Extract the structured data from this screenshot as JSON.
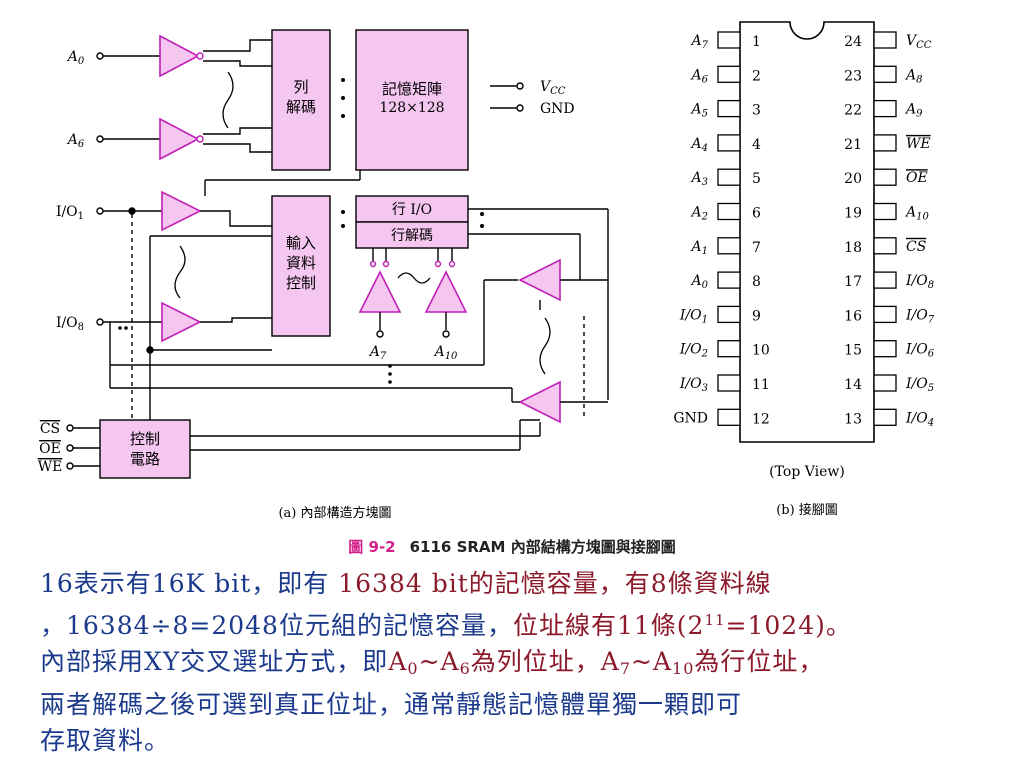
{
  "figure": {
    "caption_number": "圖 9-2",
    "caption_title": "6116 SRAM 內部結構方塊圖與接腳圖",
    "block_diagram": {
      "subcaption": "(a) 內部構造方塊圖",
      "address_inputs": [
        "A",
        "A"
      ],
      "address_subs": [
        "0",
        "6"
      ],
      "io_inputs": [
        "I/O",
        "I/O"
      ],
      "io_subs": [
        "1",
        "8"
      ],
      "control_inputs": [
        "CS",
        "OE",
        "WE"
      ],
      "row_decoder": [
        "列",
        "解碼"
      ],
      "memory_array": [
        "記憶矩陣",
        "128×128"
      ],
      "input_data_control": [
        "輸入",
        "資料",
        "控制"
      ],
      "column_io": "行 I/O",
      "column_decoder": "行解碼",
      "control_circuit": [
        "控制",
        "電路"
      ],
      "col_address_labels": [
        "A",
        "A"
      ],
      "col_address_subs": [
        "7",
        "10"
      ],
      "power": [
        "V",
        "GND"
      ],
      "vcc_sub": "CC"
    },
    "pinout": {
      "subcaption": "(b) 接腳圖",
      "view_label": "(Top View)",
      "left_pins": [
        {
          "num": "1",
          "name": "A",
          "sub": "7",
          "bar": false
        },
        {
          "num": "2",
          "name": "A",
          "sub": "6",
          "bar": false
        },
        {
          "num": "3",
          "name": "A",
          "sub": "5",
          "bar": false
        },
        {
          "num": "4",
          "name": "A",
          "sub": "4",
          "bar": false
        },
        {
          "num": "5",
          "name": "A",
          "sub": "3",
          "bar": false
        },
        {
          "num": "6",
          "name": "A",
          "sub": "2",
          "bar": false
        },
        {
          "num": "7",
          "name": "A",
          "sub": "1",
          "bar": false
        },
        {
          "num": "8",
          "name": "A",
          "sub": "0",
          "bar": false
        },
        {
          "num": "9",
          "name": "I/O",
          "sub": "1",
          "bar": false
        },
        {
          "num": "10",
          "name": "I/O",
          "sub": "2",
          "bar": false
        },
        {
          "num": "11",
          "name": "I/O",
          "sub": "3",
          "bar": false
        },
        {
          "num": "12",
          "name": "GND",
          "sub": "",
          "bar": false
        }
      ],
      "right_pins": [
        {
          "num": "24",
          "name": "V",
          "sub": "CC",
          "bar": false
        },
        {
          "num": "23",
          "name": "A",
          "sub": "8",
          "bar": false
        },
        {
          "num": "22",
          "name": "A",
          "sub": "9",
          "bar": false
        },
        {
          "num": "21",
          "name": "WE",
          "sub": "",
          "bar": true
        },
        {
          "num": "20",
          "name": "OE",
          "sub": "",
          "bar": true
        },
        {
          "num": "19",
          "name": "A",
          "sub": "10",
          "bar": false
        },
        {
          "num": "18",
          "name": "CS",
          "sub": "",
          "bar": true
        },
        {
          "num": "17",
          "name": "I/O",
          "sub": "8",
          "bar": false
        },
        {
          "num": "16",
          "name": "I/O",
          "sub": "7",
          "bar": false
        },
        {
          "num": "15",
          "name": "I/O",
          "sub": "6",
          "bar": false
        },
        {
          "num": "14",
          "name": "I/O",
          "sub": "5",
          "bar": false
        },
        {
          "num": "13",
          "name": "I/O",
          "sub": "4",
          "bar": false
        }
      ]
    }
  },
  "text": {
    "l1_a": "16表示有16K bit，即有 ",
    "l1_b": "16384 bit的記憶容量，有8條資料線",
    "l2_a": "，16384÷8=2048位元組的記憶容量，",
    "l2_b": "位址線有11條(2",
    "l2_sup": "11",
    "l2_c": "=1024)。",
    "l3_a": "內部採用XY交叉選址方式，即",
    "l3_A0": "A",
    "l3_s0": "0",
    "l3_tilde": "~",
    "l3_A6": "A",
    "l3_s6": "6",
    "l3_b": "為列位址，",
    "l3_A7": "A",
    "l3_s7": "7",
    "l3_tilde2": "~",
    "l3_A10": "A",
    "l3_s10": "10",
    "l3_c": "為行位址，",
    "l4": "兩者解碼之後可選到真正位址，通常靜態記憶體單獨一顆即可",
    "l5": "存取資料。"
  },
  "colors": {
    "block_fill": "#f4c6f0",
    "buffer_stroke": "#c11fb5",
    "body_text": "#1b3a8c",
    "emphasis": "#8b1a2b",
    "caption_accent": "#d21f8a"
  }
}
